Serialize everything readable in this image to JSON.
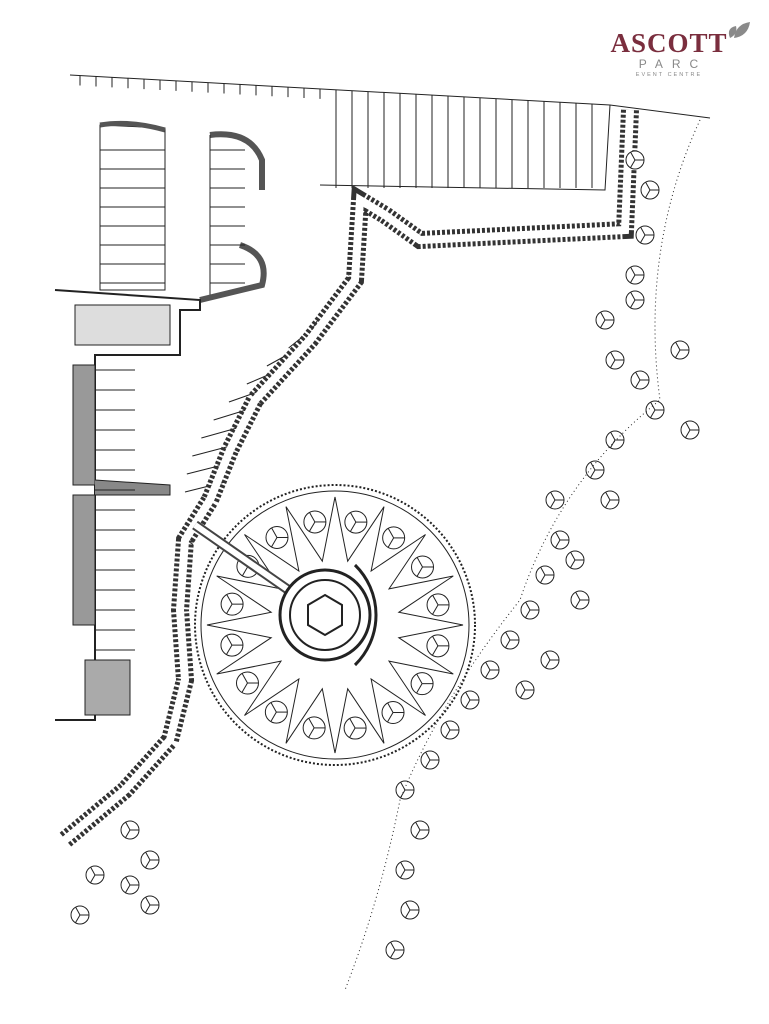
{
  "logo": {
    "name": "ASCOTT",
    "sub": "PARC",
    "tagline": "EVENT CENTRE",
    "colors": {
      "brand": "#7a2e3e",
      "leaf": "#8a8a8a"
    }
  },
  "plan": {
    "title": "site landscape plan",
    "line_color": "#222222"
  }
}
